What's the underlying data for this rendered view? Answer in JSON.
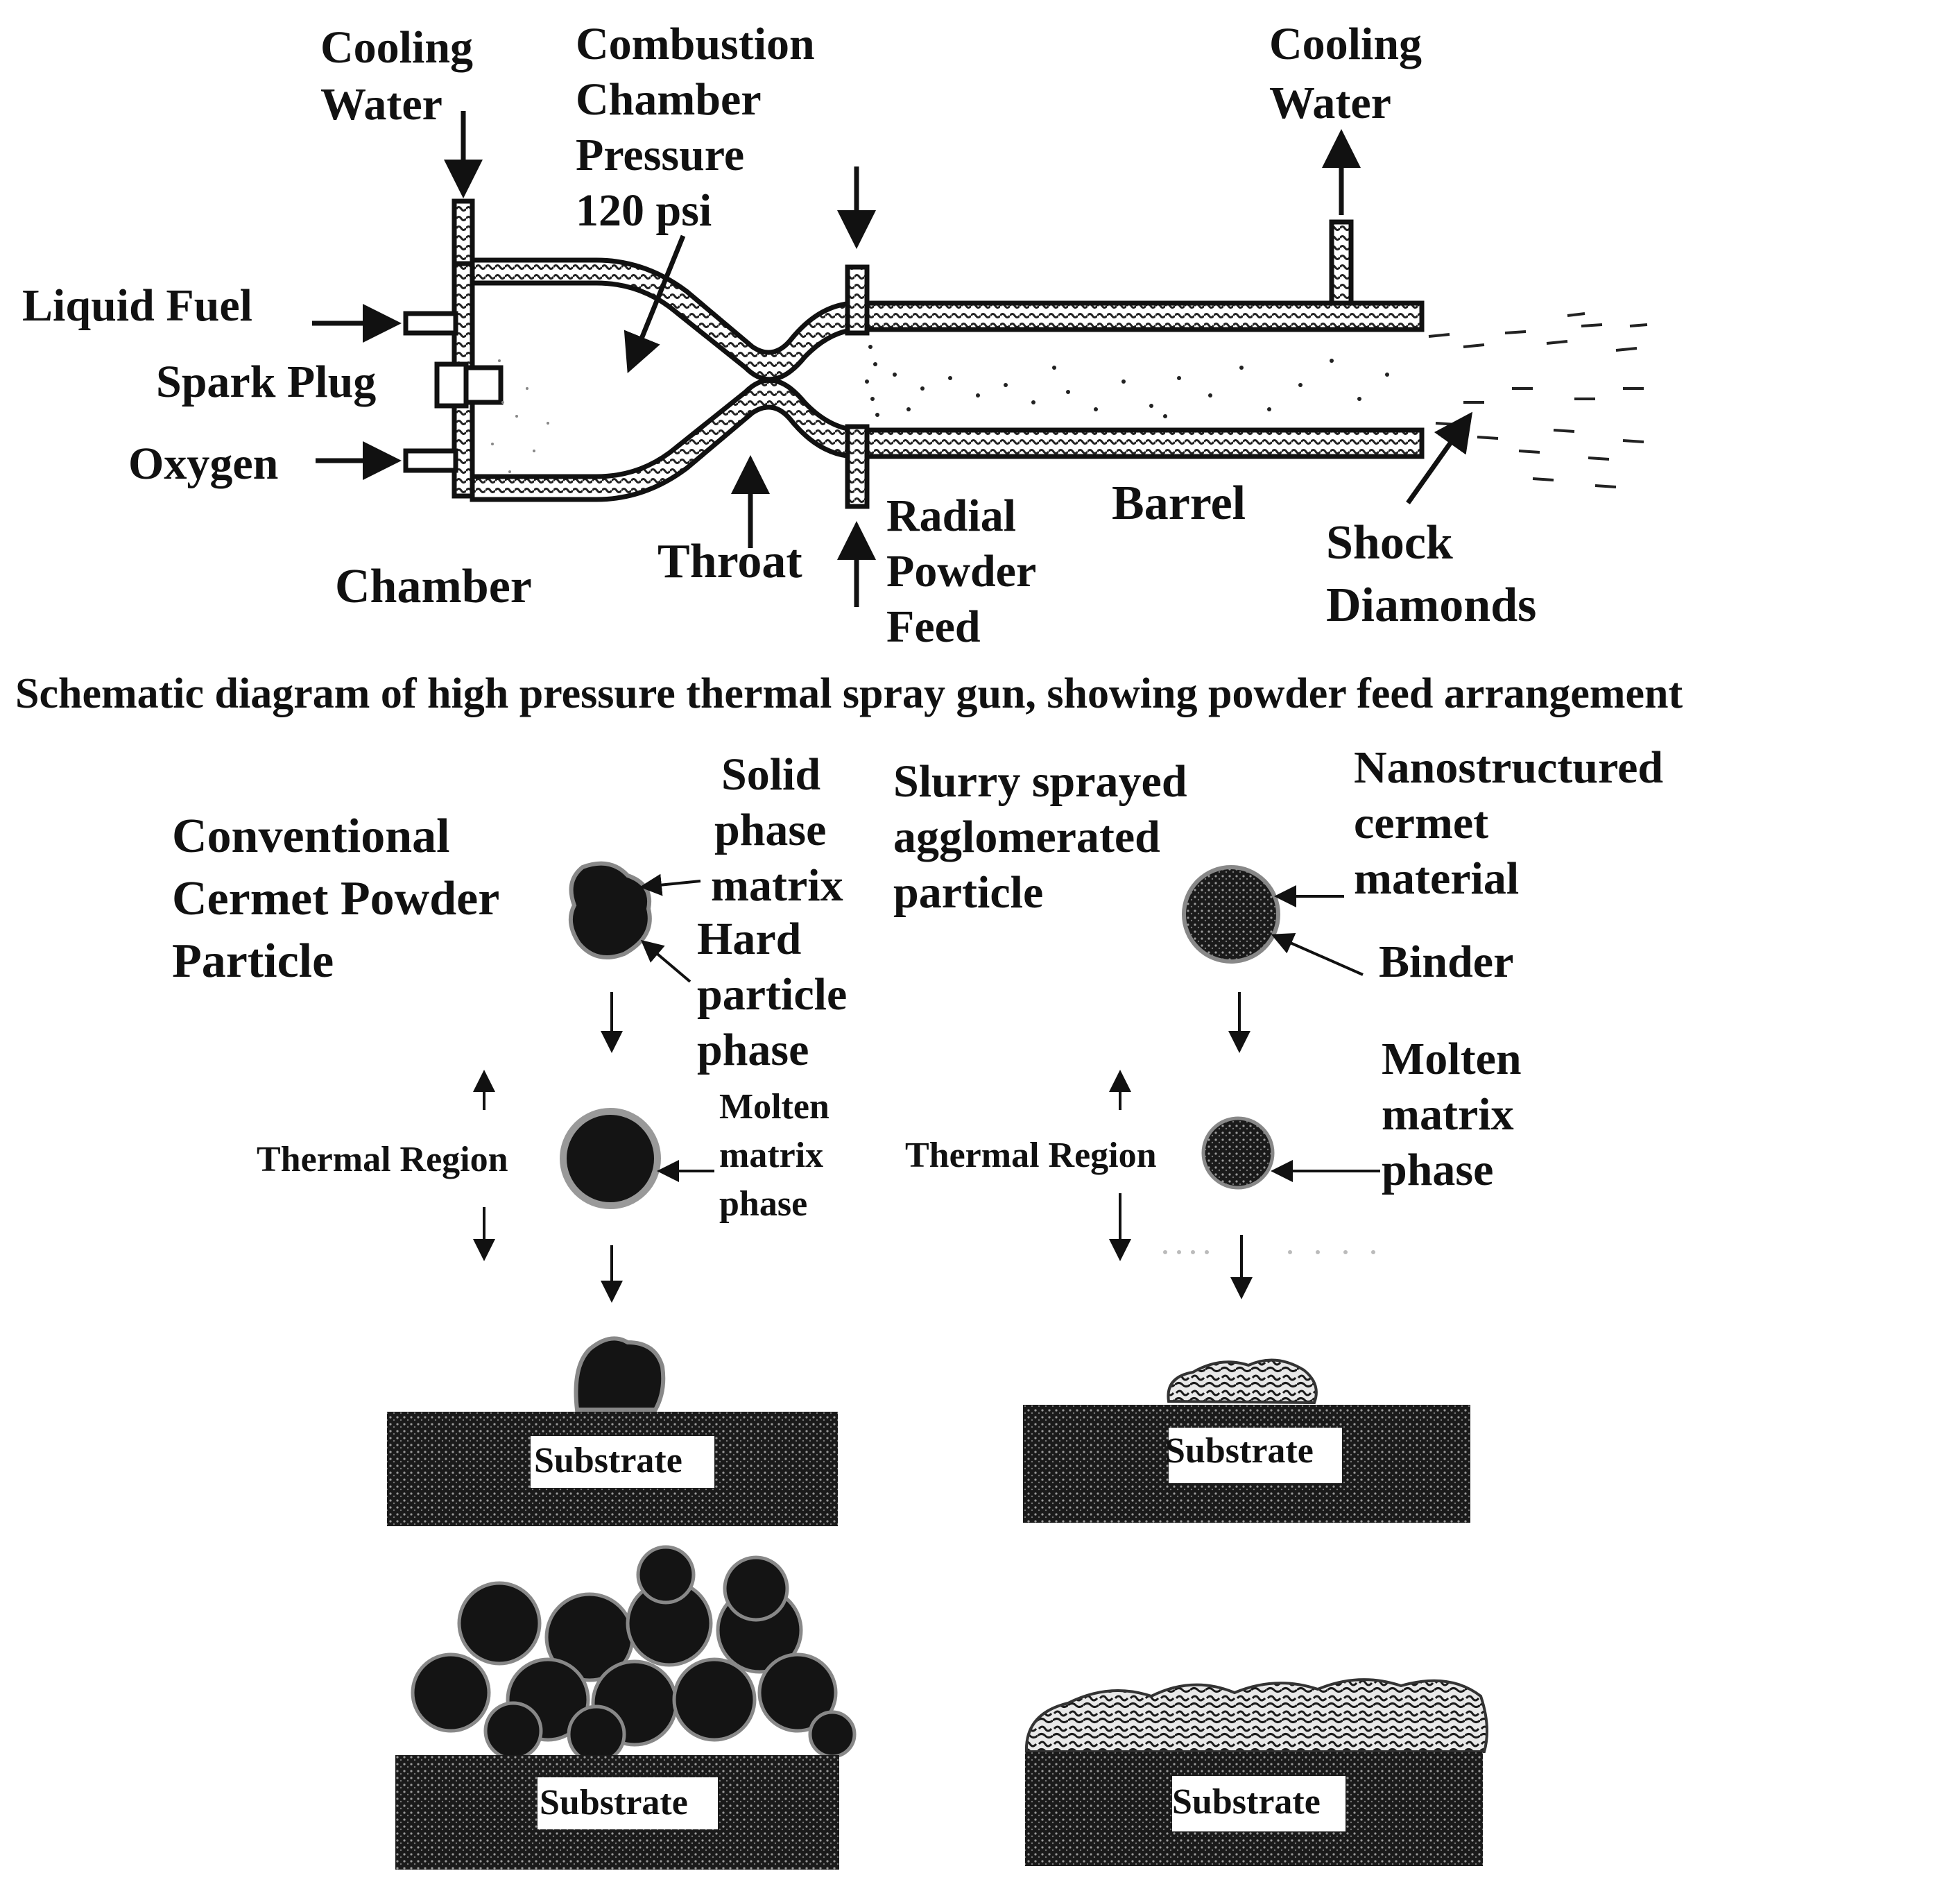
{
  "gun": {
    "cooling_water_in": [
      "Cooling",
      "Water"
    ],
    "combustion": [
      "Combustion",
      "Chamber",
      "Pressure",
      "120 psi"
    ],
    "cooling_water_out": [
      "Cooling",
      "Water"
    ],
    "liquid_fuel": "Liquid Fuel",
    "spark_plug": "Spark Plug",
    "oxygen": "Oxygen",
    "chamber": "Chamber",
    "throat": "Throat",
    "radial_powder_feed": [
      "Radial",
      "Powder",
      "Feed"
    ],
    "barrel": "Barrel",
    "shock_diamonds": [
      "Shock",
      "Diamonds"
    ]
  },
  "caption": "Schematic diagram of high pressure thermal spray gun, showing powder feed arrangement",
  "conventional": {
    "title": [
      "Conventional",
      "Cermet Powder",
      "Particle"
    ],
    "solid_phase": [
      "Solid",
      "phase",
      "matrix"
    ],
    "hard_particle": [
      "Hard",
      "particle",
      "phase"
    ],
    "thermal_region": "Thermal Region",
    "molten_matrix": [
      "Molten",
      "matrix",
      "phase"
    ],
    "substrate_1": "Substrate",
    "substrate_2": "Substrate"
  },
  "nano": {
    "slurry": [
      "Slurry sprayed",
      "agglomerated",
      "particle"
    ],
    "nanostructured": [
      "Nanostructured",
      "cermet",
      "material"
    ],
    "binder": "Binder",
    "thermal_region": "Thermal Region",
    "molten_matrix": [
      "Molten",
      "matrix",
      "phase"
    ],
    "substrate_1": "Substrate",
    "substrate_2": "Substrate"
  }
}
